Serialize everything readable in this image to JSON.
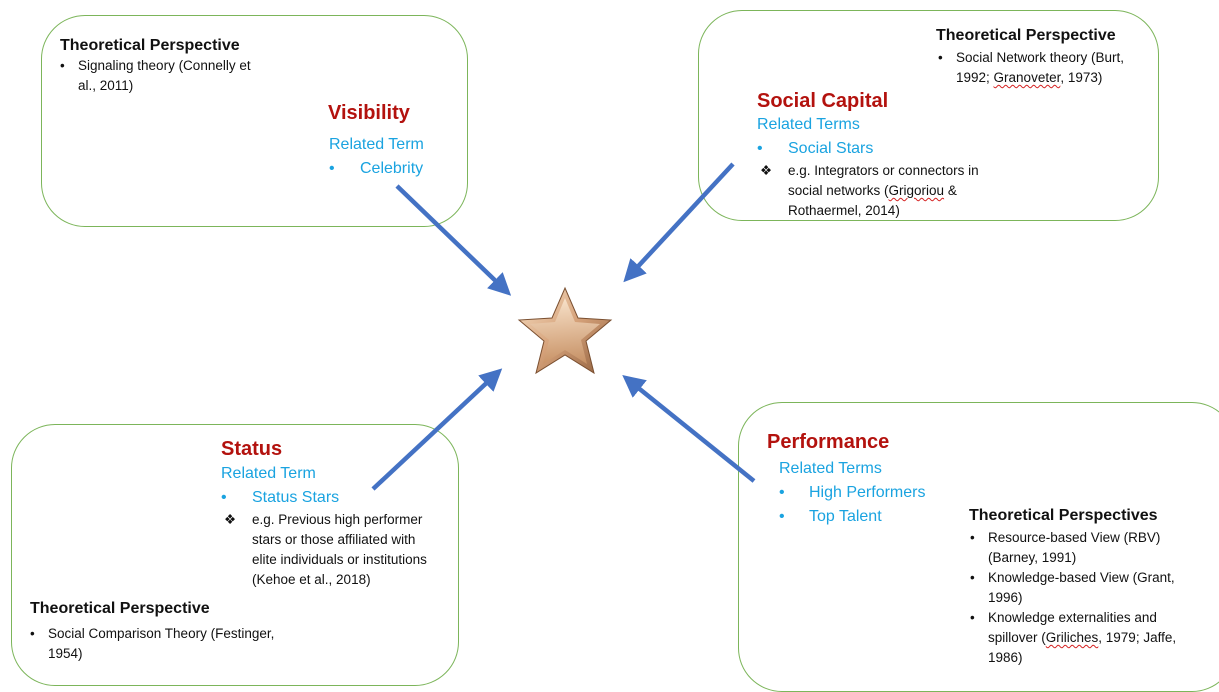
{
  "visibility": {
    "theory_title": "Theoretical Perspective",
    "theory_item": "Signaling theory (Connelly et",
    "theory_item_cont": "al., 2011)",
    "heading": "Visibility",
    "term_label": "Related Term",
    "term": "Celebrity"
  },
  "social_capital": {
    "theory_title": "Theoretical Perspective",
    "theory_item": "Social Network theory (Burt,",
    "theory_item_cont_a": "1992; ",
    "theory_item_cont_b": "Granoveter",
    "theory_item_cont_c": ", 1973)",
    "heading": "Social Capital",
    "term_label": "Related Terms",
    "term": "Social Stars",
    "example_line1": "e.g. Integrators or connectors in",
    "example_line2_a": "social networks (",
    "example_line2_b": "Grigoriou",
    "example_line2_c": " &",
    "example_line3": "Rothaermel, 2014)"
  },
  "status": {
    "heading": "Status",
    "term_label": "Related Term",
    "term": "Status Stars",
    "example_line1": "e.g. Previous high performer",
    "example_line2": "stars or those affiliated with",
    "example_line3": "elite individuals or institutions",
    "example_line4": "(Kehoe et al., 2018)",
    "theory_title": "Theoretical Perspective",
    "theory_item": "Social Comparison Theory (Festinger,",
    "theory_item_cont": "1954)"
  },
  "performance": {
    "heading": "Performance",
    "term_label": "Related Terms",
    "terms": [
      "High Performers",
      "Top Talent"
    ],
    "theory_title": "Theoretical Perspectives",
    "theories": [
      [
        "Resource-based View (RBV)",
        "(Barney, 1991)"
      ],
      [
        "Knowledge-based View (Grant,",
        "1996)"
      ],
      [
        "Knowledge externalities and",
        "spillover (",
        "Griliches",
        ", 1979; Jaffe,",
        "1986)"
      ]
    ]
  },
  "bullet_glyph": "•",
  "example_glyph": "❖",
  "colors": {
    "heading": "#b3120e",
    "related": "#1aa3e0",
    "arrow": "#4472c4",
    "box_border": "#7cb55a",
    "star_light": "#f3d6b6",
    "star_dark": "#a8744c"
  }
}
